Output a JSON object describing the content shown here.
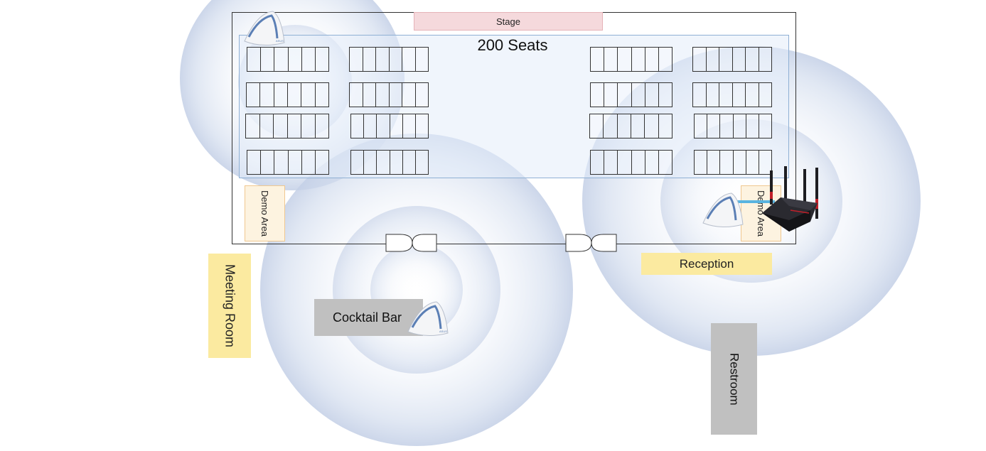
{
  "floorplan": {
    "stage_label": "Stage",
    "seating_label": "200 Seats",
    "demo_area_left": "Demo Area",
    "demo_area_right": "Demo Area",
    "meeting_room": "Meeting Room",
    "cocktail_bar": "Cocktail Bar",
    "reception": "Reception",
    "restroom": "Restroom",
    "brand_text": "ASUS"
  },
  "colors": {
    "wifi_coverage": "#c7d3e8",
    "stage": "#f5d9dc",
    "seating_area": "#e4ecfa",
    "demo_area": "#fdf3e0",
    "room_yellow": "#fbeaa0",
    "room_gray": "#c0c0c0",
    "router_body": "#1e1e22",
    "router_accent": "#c0202a",
    "node_accent": "#5b7fb5",
    "link_cable": "#5ab4e0"
  },
  "icons": [
    "wifi-coverage-icon",
    "mesh-node-icon",
    "router-icon"
  ]
}
